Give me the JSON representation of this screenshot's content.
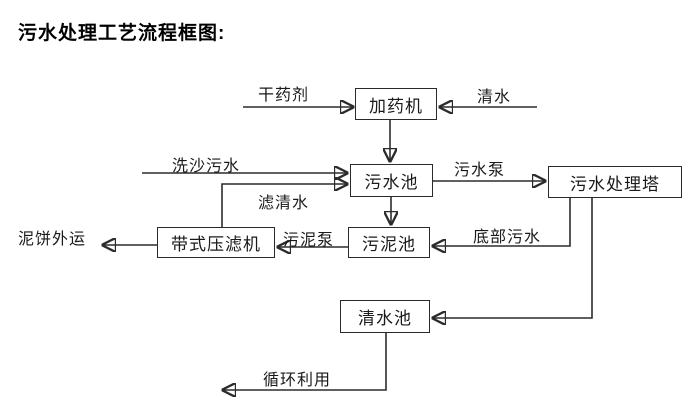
{
  "title": "污水处理工艺流程框图:",
  "diagram": {
    "nodes": {
      "dosing_machine": "加药机",
      "sewage_pool": "污水池",
      "treatment_tower": "污水处理塔",
      "sludge_pool": "污泥池",
      "belt_filter_press": "带式压滤机",
      "clean_water_pool": "清水池"
    },
    "labels": {
      "dry_agent": "干药剂",
      "clean_water": "清水",
      "sand_washing_sewage": "洗沙污水",
      "sewage_pump": "污水泵",
      "filtered_water": "滤清水",
      "sludge_pump": "污泥泵",
      "bottom_sewage": "底部污水",
      "mud_cake_out": "泥饼外运",
      "recycling": "循环利用"
    },
    "edges": [
      {
        "from": "干药剂",
        "to": "加药机",
        "label": ""
      },
      {
        "from": "清水",
        "to": "加药机",
        "label": ""
      },
      {
        "from": "加药机",
        "to": "污水池",
        "label": ""
      },
      {
        "from": "洗沙污水",
        "to": "污水池",
        "label": ""
      },
      {
        "from": "带式压滤机",
        "to": "污水池",
        "label": "滤清水"
      },
      {
        "from": "污水池",
        "to": "污水处理塔",
        "label": "污水泵"
      },
      {
        "from": "污水池",
        "to": "污泥池",
        "label": ""
      },
      {
        "from": "污水处理塔",
        "to": "污泥池",
        "label": "底部污水"
      },
      {
        "from": "污泥池",
        "to": "带式压滤机",
        "label": "污泥泵"
      },
      {
        "from": "带式压滤机",
        "to": "泥饼外运",
        "label": ""
      },
      {
        "from": "污水处理塔",
        "to": "清水池",
        "label": ""
      },
      {
        "from": "清水池",
        "to": "循环利用",
        "label": ""
      }
    ],
    "colors": {
      "background": "#ffffff",
      "line": "#2b2b2b",
      "text": "#1a1a1a",
      "box_border": "#2b2b2b",
      "box_fill": "#ffffff"
    }
  }
}
